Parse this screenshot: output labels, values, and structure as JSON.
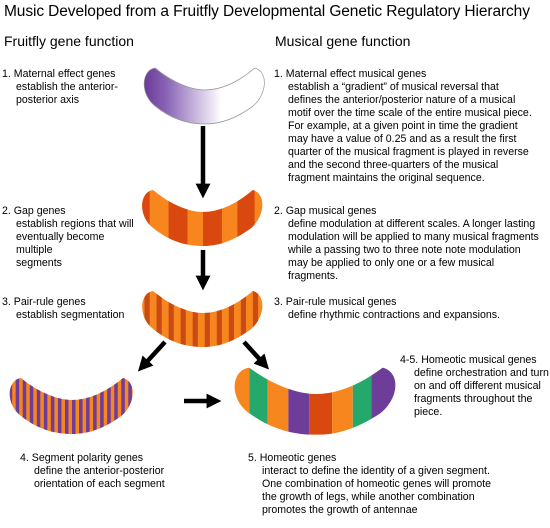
{
  "title": "Music Developed from a Fruitfly Developmental Genetic Regulatory Hierarchy",
  "left_header": "Fruitfly gene function",
  "right_header": "Musical gene function",
  "colors": {
    "purple": "#6e3c99",
    "orange": "#f7861f",
    "dark_orange": "#d9480f",
    "green": "#25a86b",
    "arrow": "#000000"
  },
  "fly": {
    "maternal": {
      "title": "1. Maternal effect genes",
      "desc": "establish the anterior-\nposterior axis"
    },
    "gap": {
      "title": "2. Gap genes",
      "desc": "establish regions that will\neventually become multiple\nsegments"
    },
    "pair_rule": {
      "title": "3. Pair-rule genes",
      "desc": "establish segmentation"
    },
    "segment_polarity": {
      "title": "4. Segment polarity genes",
      "desc": "define the anterior-posterior\norientation of each segment"
    },
    "homeotic": {
      "title": "5. Homeotic genes",
      "desc": "interact to define the identity of a given segment.\nOne combination of homeotic genes will promote\nthe growth of legs, while another combination\npromotes the growth of antennae"
    }
  },
  "music": {
    "maternal": {
      "title": "1. Maternal effect musical genes",
      "desc": "establish a “gradient” of musical reversal that\ndefines the anterior/posterior nature of a musical\nmotif over the time scale of the entire musical piece.\nFor example, at a given point in time the gradient\nmay have a value of 0.25 and as a result the first\nquarter of the musical fragment is played in reverse\nand the second three-quarters of the musical\nfragment maintains the original sequence."
    },
    "gap": {
      "title": "2. Gap musical genes",
      "desc": "define modulation at different scales. A longer lasting\nmodulation will be applied to many musical fragments\nwhile a passing two to three note note modulation\nmay be applied to only one or a few musical\nfragments."
    },
    "pair_rule": {
      "title": "3. Pair-rule musical genes",
      "desc": "define rhythmic contractions and expansions."
    },
    "homeotic": {
      "title": "4-5. Homeotic musical genes",
      "desc": "define orchestration and turn\non and off different musical\nfragments throughout the piece."
    }
  }
}
